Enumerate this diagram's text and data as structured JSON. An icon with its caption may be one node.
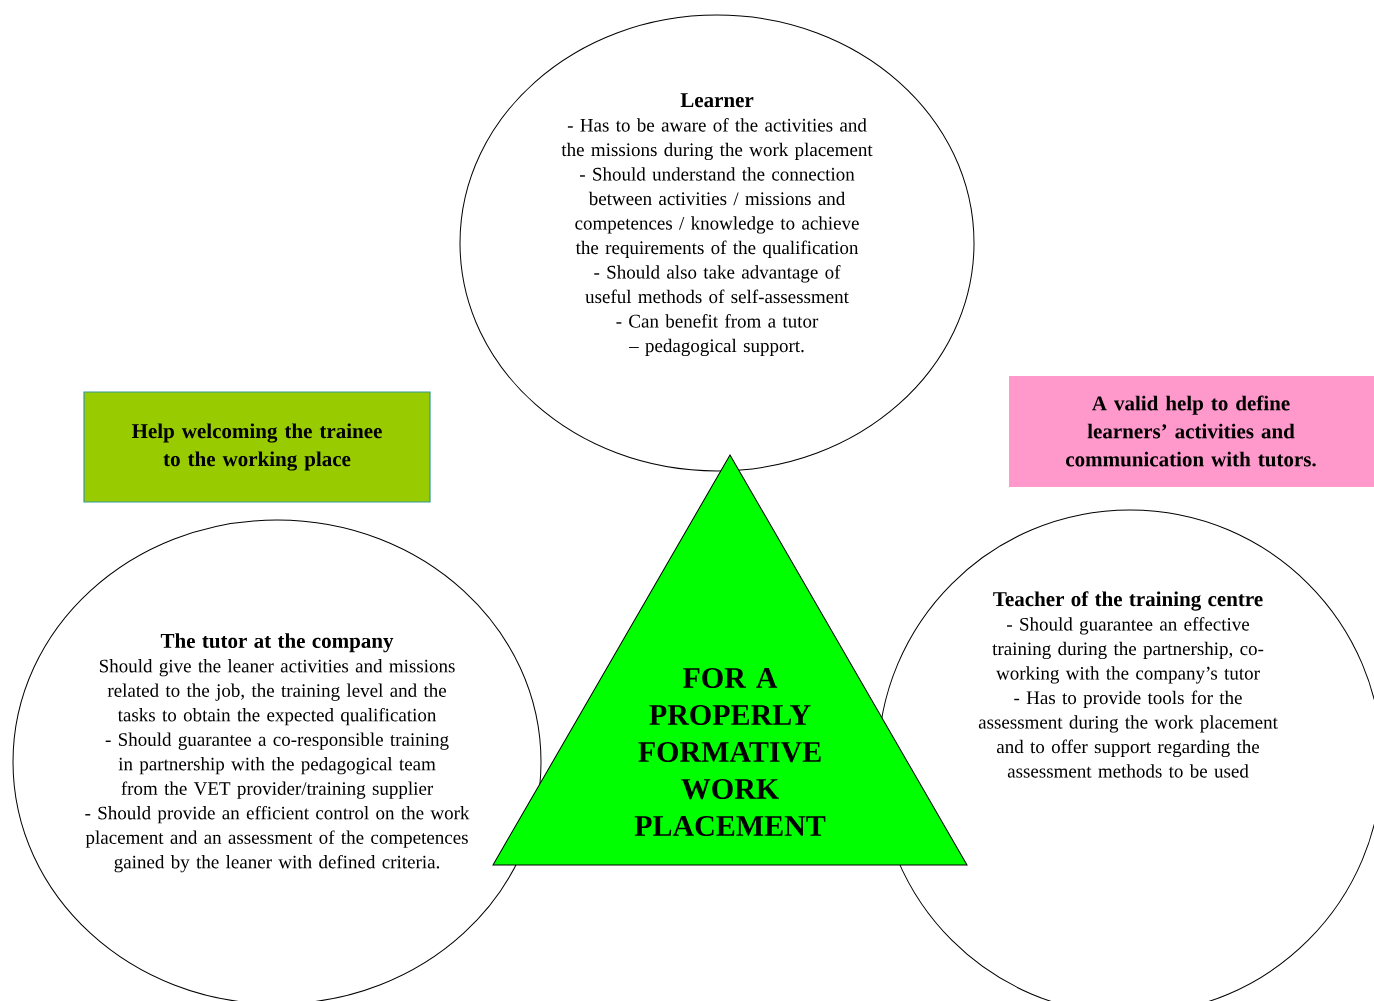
{
  "diagram": {
    "nodes": [
      {
        "text": [
          "Learner",
          "- Has to be aware of the activities and the missions during the work placement",
          "- Should understand the connection between activities / missions and competences / knowledge to achieve the requirements of the qualification",
          "- Should also take advantage of useful methods of self-assessment",
          "- Can benefit from a tutor – pedagogical support."
        ]
      },
      {
        "text": [
          "Help welcoming the trainee to the working place"
        ]
      },
      {
        "text": [
          "A valid help to define learners’ activities and communication with tutors."
        ]
      },
      {
        "text": [
          "The tutor at the company",
          "Should give the leaner activities and missions related to the job, the training level and the tasks to obtain the expected qualification",
          "- Should guarantee a co-responsible training in partnership with the pedagogical team from the VET provider/training supplier",
          "- Should provide an efficient control on the work placement and an assessment of the competences gained by the leaner with defined criteria."
        ]
      },
      {
        "text": [
          "FOR A PROPERLY FORMATIVE WORK PLACEMENT"
        ]
      },
      {
        "text": [
          "Teacher of the training centre",
          "- Should guarantee an effective training during the partnership, co-working with the company’s tutor",
          "- Has to provide tools for the assessment during the work placement and to offer support regarding the assessment methods to be used"
        ]
      }
    ]
  }
}
